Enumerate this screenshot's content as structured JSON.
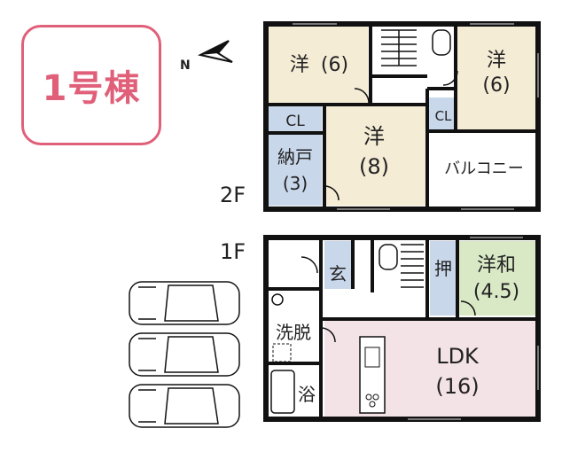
{
  "badge": {
    "label": "1号棟"
  },
  "colors": {
    "accent": "#e0607a",
    "western_room": "#f5ecd6",
    "storage": "#c9d7ea",
    "japanese_room": "#d9e8c5",
    "ldk": "#f4e3e6",
    "wall": "#111111"
  },
  "floor2": {
    "label": "2F",
    "rooms": {
      "western_a_name": "洋",
      "western_a_size": "(6)",
      "western_b_name": "洋",
      "western_b_size": "(6)",
      "western_c_name": "洋",
      "western_c_size": "(8)",
      "closet_a": "CL",
      "closet_b": "CL",
      "storage_name": "納戸",
      "storage_size": "(3)",
      "balcony": "バルコニー"
    }
  },
  "floor1": {
    "label": "1F",
    "rooms": {
      "entrance": "玄",
      "closet": "押",
      "japanese_name": "洋和",
      "japanese_size": "(4.5)",
      "washroom": "洗脱",
      "bath": "浴",
      "ldk_name": "LDK",
      "ldk_size": "(16)"
    }
  },
  "icons": {
    "north": "north-arrow-icon",
    "cars": "car-icon"
  }
}
